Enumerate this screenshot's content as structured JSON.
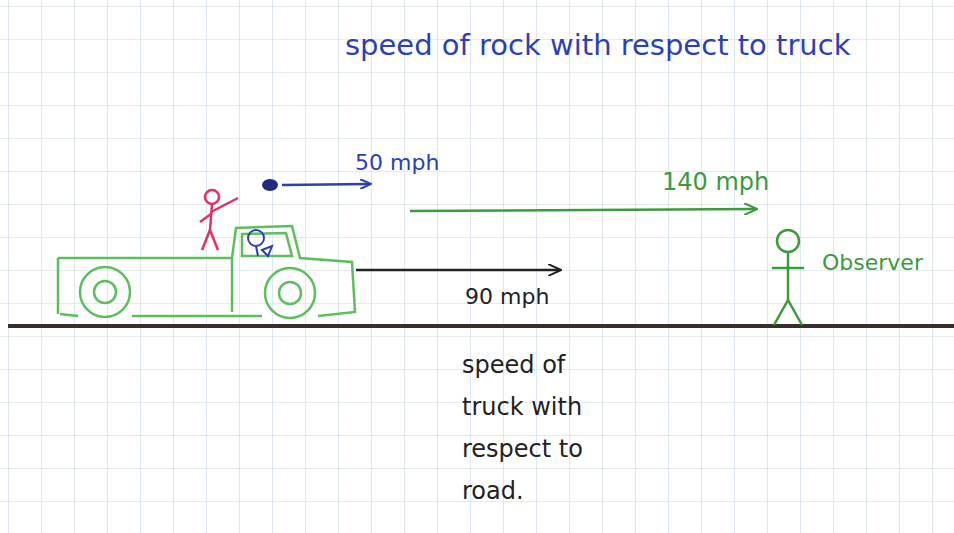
{
  "diagram": {
    "labels": [
      "speed of rock with respect to truck",
      "50 mph",
      "140 mph",
      "Observer",
      "90 mph",
      "speed of truck with respect to road."
    ]
  }
}
